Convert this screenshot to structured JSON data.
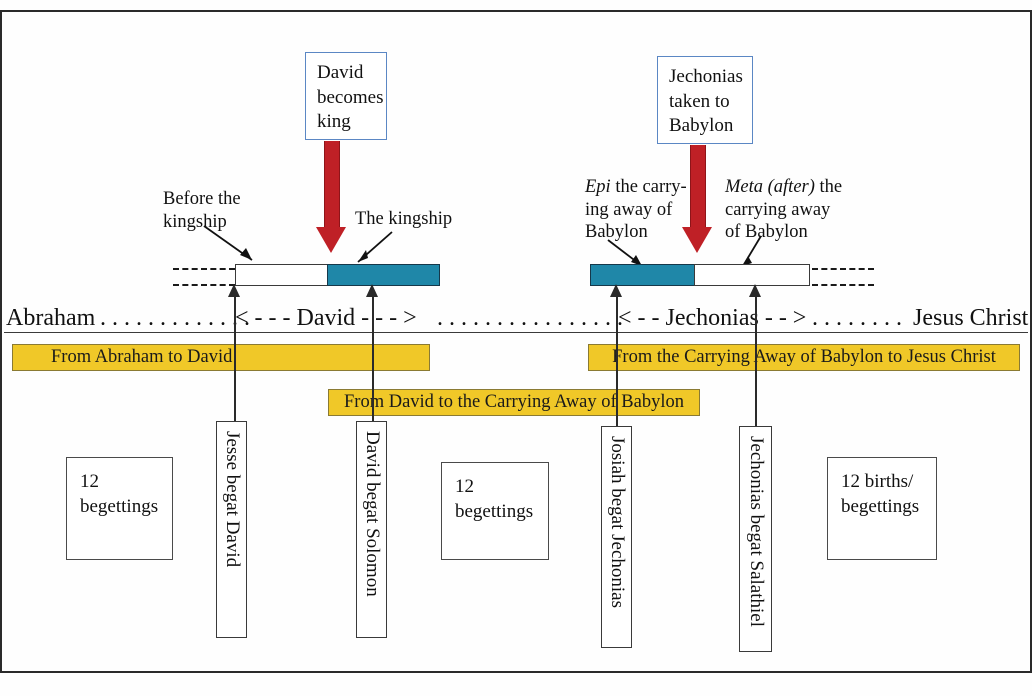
{
  "diagram": {
    "title": "Genealogy of Jesus Christ timeline diagram",
    "colors": {
      "teal": "#1f87a8",
      "yellow": "#f0c828",
      "red_arrow": "#bf2026",
      "callout_border": "#5b87c4"
    }
  },
  "callouts": [
    {
      "id": "david-king",
      "lines": [
        "David",
        "becomes",
        "king"
      ]
    },
    {
      "id": "jechonias-exile",
      "lines": [
        "Jechonias",
        "taken to",
        "Babylon"
      ]
    }
  ],
  "callout_text": {
    "david_becomes_king": "David\nbecomes\nking",
    "jechonias_taken": "Jechonias\ntaken to\nBabylon"
  },
  "labels": {
    "before_kingship_l1": "Before the",
    "before_kingship_l2": "kingship",
    "the_kingship": "The kingship",
    "epi_l1_italic": "Epi",
    "epi_l1_rest": " the carry-",
    "epi_l2": "ing away of",
    "epi_l3": "Babylon",
    "meta_l1_italic": "Meta (after)",
    "meta_l1_rest": " the",
    "meta_l2": "carrying away",
    "meta_l3": "of Babylon"
  },
  "timeline": {
    "abraham": "Abraham",
    "dots1": ". . . . . . . . . . . . .",
    "david_marker": "< - - -  David  - - - >",
    "dots2": ". . . . . . . . . . . . . . . .",
    "jechonias_marker": "< - -  Jechonias  - - >",
    "dots3": ". . . . . . . .",
    "jesus_christ": "Jesus Christ"
  },
  "yellow_bars": {
    "abraham_to_david": "From        Abraham        to        David",
    "david_to_babylon": "From David to the Carrying Away of Babylon",
    "babylon_to_christ": "From the Carrying Away of Babylon to Jesus Christ"
  },
  "vertical_boxes": [
    {
      "id": "jesse-begat-david",
      "text": "Jesse begat David"
    },
    {
      "id": "david-begat-solomon",
      "text": "David begat Solomon"
    },
    {
      "id": "josiah-begat-jechonias",
      "text": "Josiah begat Jechonias"
    },
    {
      "id": "jechonias-begat-salathiel",
      "text": "Jechonias begat Salathiel"
    }
  ],
  "note_boxes": [
    {
      "id": "left-count",
      "l1": "12",
      "l2": "begettings"
    },
    {
      "id": "middle-count",
      "l1": "12",
      "l2": "begettings"
    },
    {
      "id": "right-count",
      "l1": "12 births/",
      "l2": "begettings"
    }
  ]
}
